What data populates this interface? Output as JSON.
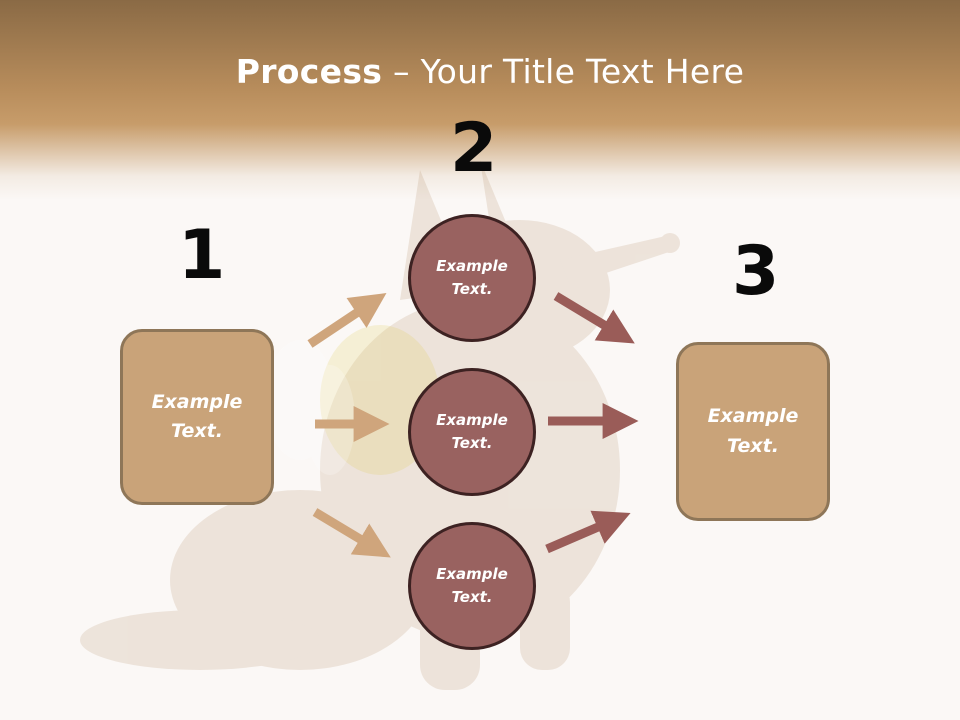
{
  "title": {
    "bold": "Process",
    "rest": " – Your Title Text Here"
  },
  "steps": [
    {
      "number": "1",
      "text": "Example\nText."
    },
    {
      "number": "2",
      "items": [
        "Example\nText.",
        "Example\nText.",
        "Example\nText."
      ]
    },
    {
      "number": "3",
      "text": "Example\nText."
    }
  ],
  "colors": {
    "header": "#b88d5c",
    "box_fill": "#c9a379",
    "box_border": "#8e7658",
    "circle_fill": "#996260",
    "circle_border": "#3d2222",
    "arrow_tan": "#cfa57c",
    "arrow_mauve": "#9a5c58"
  }
}
